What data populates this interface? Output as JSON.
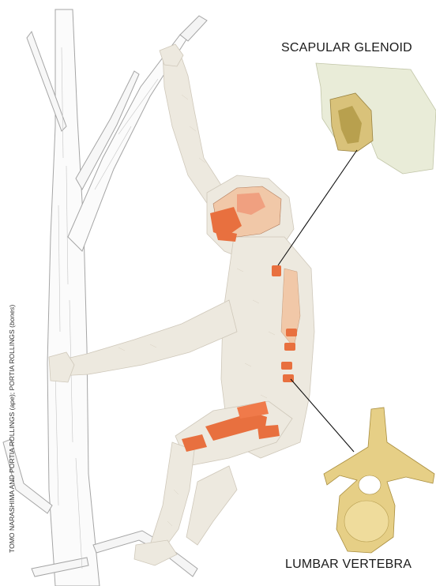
{
  "labels": {
    "scapular_glenoid": "SCAPULAR GLENOID",
    "lumbar_vertebra": "LUMBAR  VERTEBRA"
  },
  "credit": {
    "part1": "TOMO NARASHIMA AND PORTIA ROLLINGS (",
    "part1_italic": "ape",
    "part2": "); PORTIA ROLLINGS (",
    "part2_italic": "bones",
    "part3": ")"
  },
  "colors": {
    "fur": "#ede9df",
    "bone_highlight": "#e8703f",
    "bone_yellow": "#d9c27a",
    "tree_line": "#9a9a9a",
    "callout_line": "#111111"
  }
}
